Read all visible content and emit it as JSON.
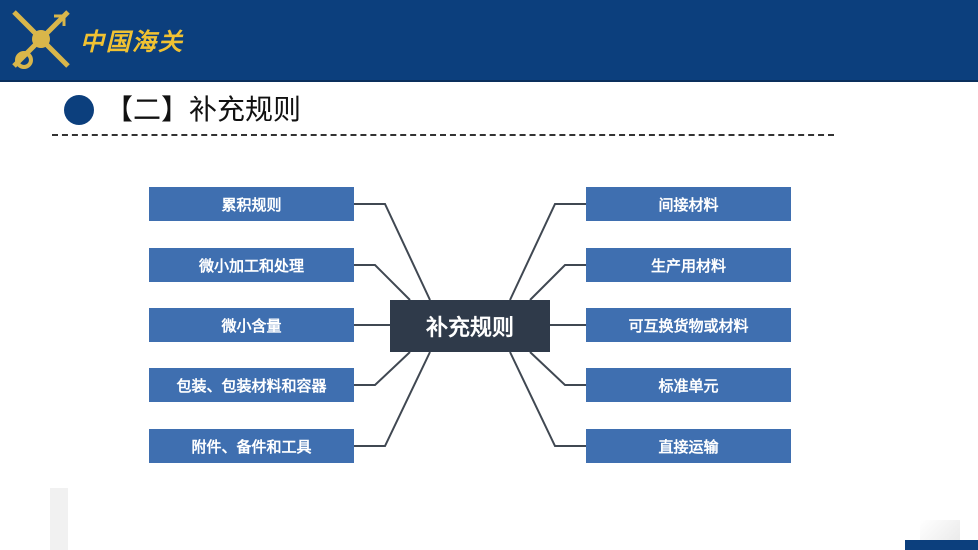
{
  "header": {
    "brand": "中国海关"
  },
  "section": {
    "title": "【二】补充规则"
  },
  "diagram": {
    "center": "补充规则",
    "left_nodes": [
      "累积规则",
      "微小加工和处理",
      "微小含量",
      "包装、包装材料和容器",
      "附件、备件和工具"
    ],
    "right_nodes": [
      "间接材料",
      "生产用材料",
      "可互换货物或材料",
      "标准单元",
      "直接运输"
    ]
  },
  "colors": {
    "header_bg": "#0c3f7d",
    "node_bg": "#3f6fb0",
    "center_bg": "#2f3a4a",
    "brand": "#f1c232"
  }
}
